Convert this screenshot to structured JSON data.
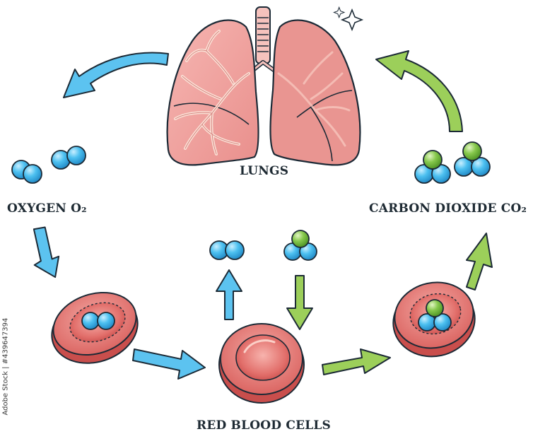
{
  "labels": {
    "lungs": "LUNGS",
    "oxygen": "OXYGEN O₂",
    "carbon_dioxide": "CARBON DIOXIDE CO₂",
    "red_blood_cells": "RED BLOOD CELLS"
  },
  "credit": "Adobe Stock | #439647394",
  "colors": {
    "lung_fill": "#f2a3a0",
    "lung_vessel": "#fde7dd",
    "blood_cell": "#e0615f",
    "blood_cell_rim": "#c44a49",
    "oxygen_arrow": "#5cc3f0",
    "co2_arrow": "#9ccf5a",
    "oxygen_molecule": "#3db1e8",
    "carbon_atom": "#76c043",
    "outline": "#1c2a36"
  }
}
